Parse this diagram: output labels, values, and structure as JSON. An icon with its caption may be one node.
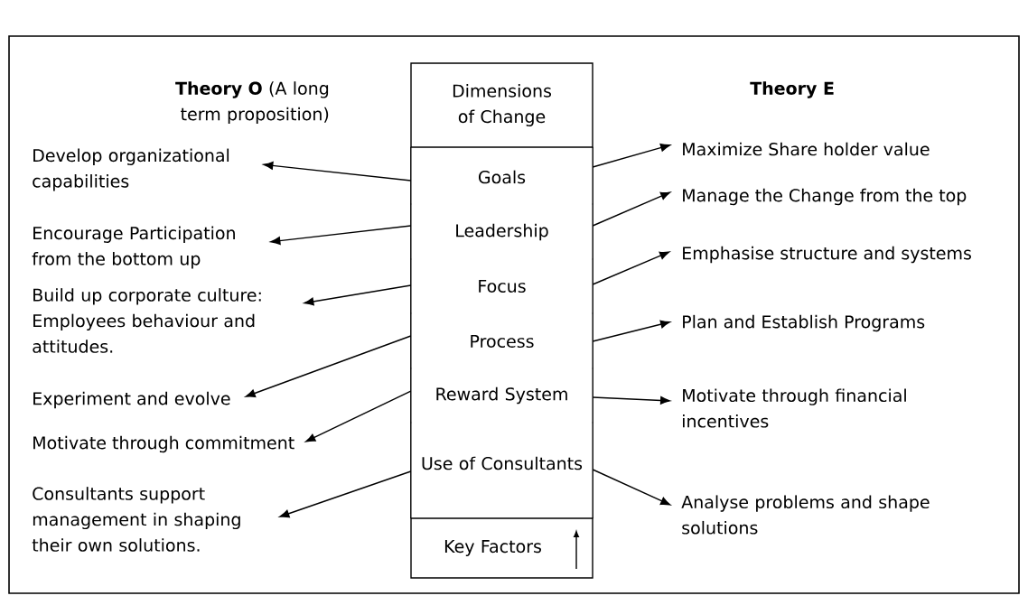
{
  "diagram": {
    "nodes": [
      {
        "text": [
          "Dimensions of Change"
        ]
      },
      {
        "text": [
          "Goals"
        ]
      },
      {
        "text": [
          "Leadership"
        ]
      },
      {
        "text": [
          "Focus"
        ]
      },
      {
        "text": [
          "Process"
        ]
      },
      {
        "text": [
          "Reward System"
        ]
      },
      {
        "text": [
          "Use of Consultants"
        ]
      },
      {
        "text": [
          "Key Factors"
        ]
      },
      {
        "text": [
          "Develop organizational capabilities"
        ]
      },
      {
        "text": [
          "Encourage Participation from the bottom up"
        ]
      },
      {
        "text": [
          "Build up corporate culture: Employees behaviour and attitudes."
        ]
      },
      {
        "text": [
          "Experiment and evolve"
        ]
      },
      {
        "text": [
          "Motivate through commitment"
        ]
      },
      {
        "text": [
          "Consultants support management in shaping their own solutions."
        ]
      },
      {
        "text": [
          "Maximize Share holder value"
        ]
      },
      {
        "text": [
          "Manage the Change from the top"
        ]
      },
      {
        "text": [
          "Emphasise structure and systems"
        ]
      },
      {
        "text": [
          "Plan and Establish Programs"
        ]
      },
      {
        "text": [
          "Motivate through financial incentives"
        ]
      },
      {
        "text": [
          "Analyse problems and shape solutions"
        ]
      }
    ],
    "edges": [
      {
        "from": 1,
        "to": 8,
        "arrow": "to"
      },
      {
        "from": 2,
        "to": 9,
        "arrow": "to"
      },
      {
        "from": 3,
        "to": 10,
        "arrow": "to"
      },
      {
        "from": 4,
        "to": 11,
        "arrow": "to"
      },
      {
        "from": 5,
        "to": 12,
        "arrow": "to"
      },
      {
        "from": 6,
        "to": 13,
        "arrow": "to"
      },
      {
        "from": 1,
        "to": 14,
        "arrow": "to"
      },
      {
        "from": 2,
        "to": 15,
        "arrow": "to"
      },
      {
        "from": 3,
        "to": 16,
        "arrow": "to"
      },
      {
        "from": 4,
        "to": 17,
        "arrow": "to"
      },
      {
        "from": 5,
        "to": 18,
        "arrow": "to"
      },
      {
        "from": 6,
        "to": 19,
        "arrow": "to"
      }
    ],
    "labels": [
      "**Theory O** (A long term proposition)",
      "Theory E"
    ]
  }
}
